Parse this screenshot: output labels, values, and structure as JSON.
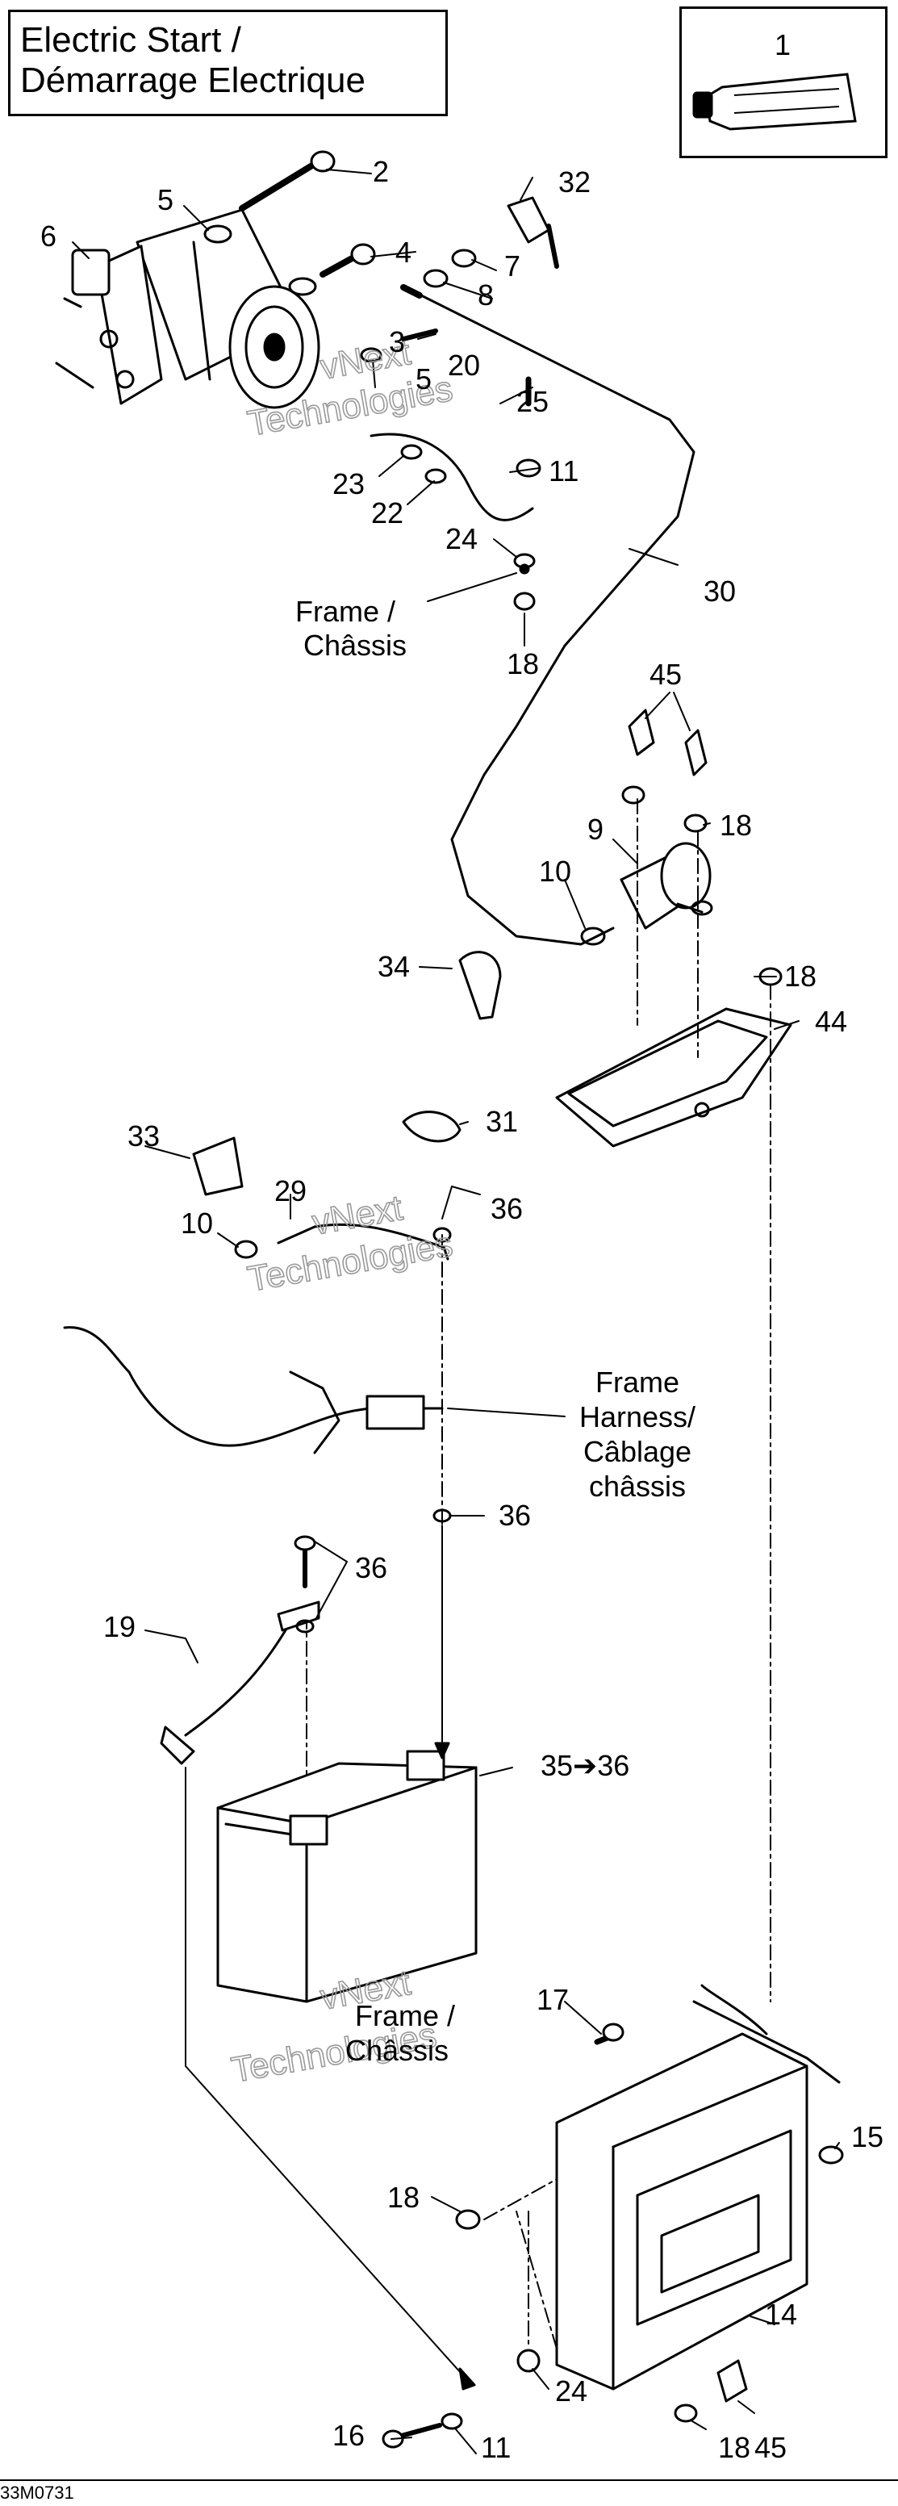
{
  "title": {
    "line1": "Electric Start /",
    "line2": "Démarrage Electrique"
  },
  "parts": [
    {
      "id": "1"
    },
    {
      "id": "2"
    },
    {
      "id": "3"
    },
    {
      "id": "4"
    },
    {
      "id": "5"
    },
    {
      "id": "6"
    },
    {
      "id": "7"
    },
    {
      "id": "8"
    },
    {
      "id": "9"
    },
    {
      "id": "10"
    },
    {
      "id": "11"
    },
    {
      "id": "14"
    },
    {
      "id": "15"
    },
    {
      "id": "16"
    },
    {
      "id": "17"
    },
    {
      "id": "18"
    },
    {
      "id": "19"
    },
    {
      "id": "20"
    },
    {
      "id": "22"
    },
    {
      "id": "23"
    },
    {
      "id": "24"
    },
    {
      "id": "25"
    },
    {
      "id": "29"
    },
    {
      "id": "30"
    },
    {
      "id": "31"
    },
    {
      "id": "32"
    },
    {
      "id": "33"
    },
    {
      "id": "34"
    },
    {
      "id": "35➔36"
    },
    {
      "id": "36"
    },
    {
      "id": "44"
    },
    {
      "id": "45"
    }
  ],
  "annotations": {
    "frame_top": [
      "Frame /",
      "Châssis"
    ],
    "frame_harness": [
      "Frame",
      "Harness/",
      "Câblage",
      "châssis"
    ],
    "frame_bottom": [
      "Frame /",
      "Châssis"
    ]
  },
  "watermark": [
    "vNext",
    "Technologies"
  ],
  "drawing_number": "33M0731"
}
